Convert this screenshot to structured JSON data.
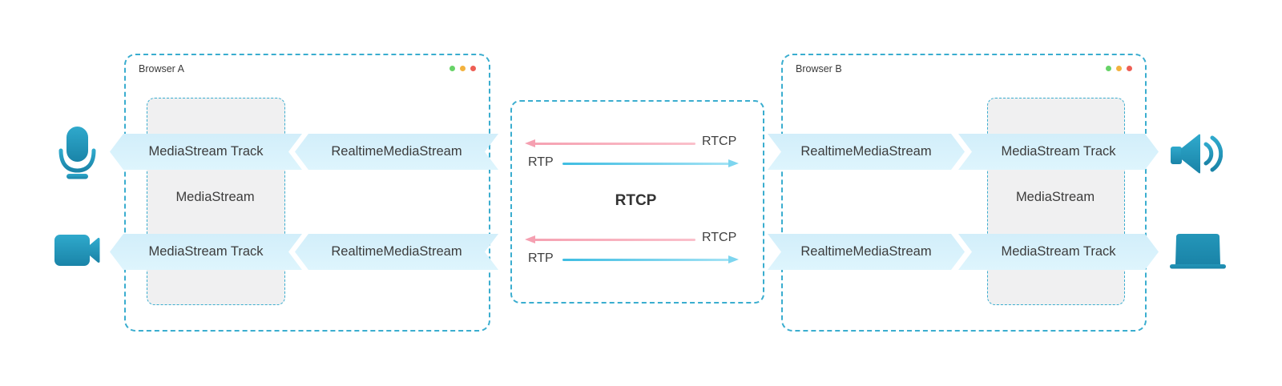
{
  "browser_a": {
    "title": "Browser A",
    "media_stream_label": "MediaStream",
    "audio": {
      "track": "MediaStream Track",
      "realtime": "RealtimeMediaStream"
    },
    "video": {
      "track": "MediaStream Track",
      "realtime": "RealtimeMediaStream"
    }
  },
  "browser_b": {
    "title": "Browser B",
    "media_stream_label": "MediaStream",
    "audio": {
      "realtime": "RealtimeMediaStream",
      "track": "MediaStream Track"
    },
    "video": {
      "realtime": "RealtimeMediaStream",
      "track": "MediaStream Track"
    }
  },
  "network": {
    "center_label": "RTCP",
    "audio": {
      "rtcp": "RTCP",
      "rtp": "RTP"
    },
    "video": {
      "rtcp": "RTCP",
      "rtp": "RTP"
    }
  },
  "icons": {
    "left_top": "microphone-icon",
    "left_bottom": "video-camera-icon",
    "right_top": "speaker-icon",
    "right_bottom": "laptop-icon"
  },
  "colors": {
    "dashed_border": "#3AADCF",
    "chevron_fill": "#D6F0FA",
    "inner_box_fill": "#F0F0F1",
    "icon_teal_light": "#2FA9CC",
    "icon_teal_dark": "#1A84A8",
    "rtcp_arrow_pink": "#F6A3B3",
    "rtp_arrow_blue": "#45BFE3",
    "text_dark": "#3C3C3C",
    "window_dot_green": "#67D367",
    "window_dot_yellow": "#F3B23E",
    "window_dot_red": "#EE5E54"
  }
}
